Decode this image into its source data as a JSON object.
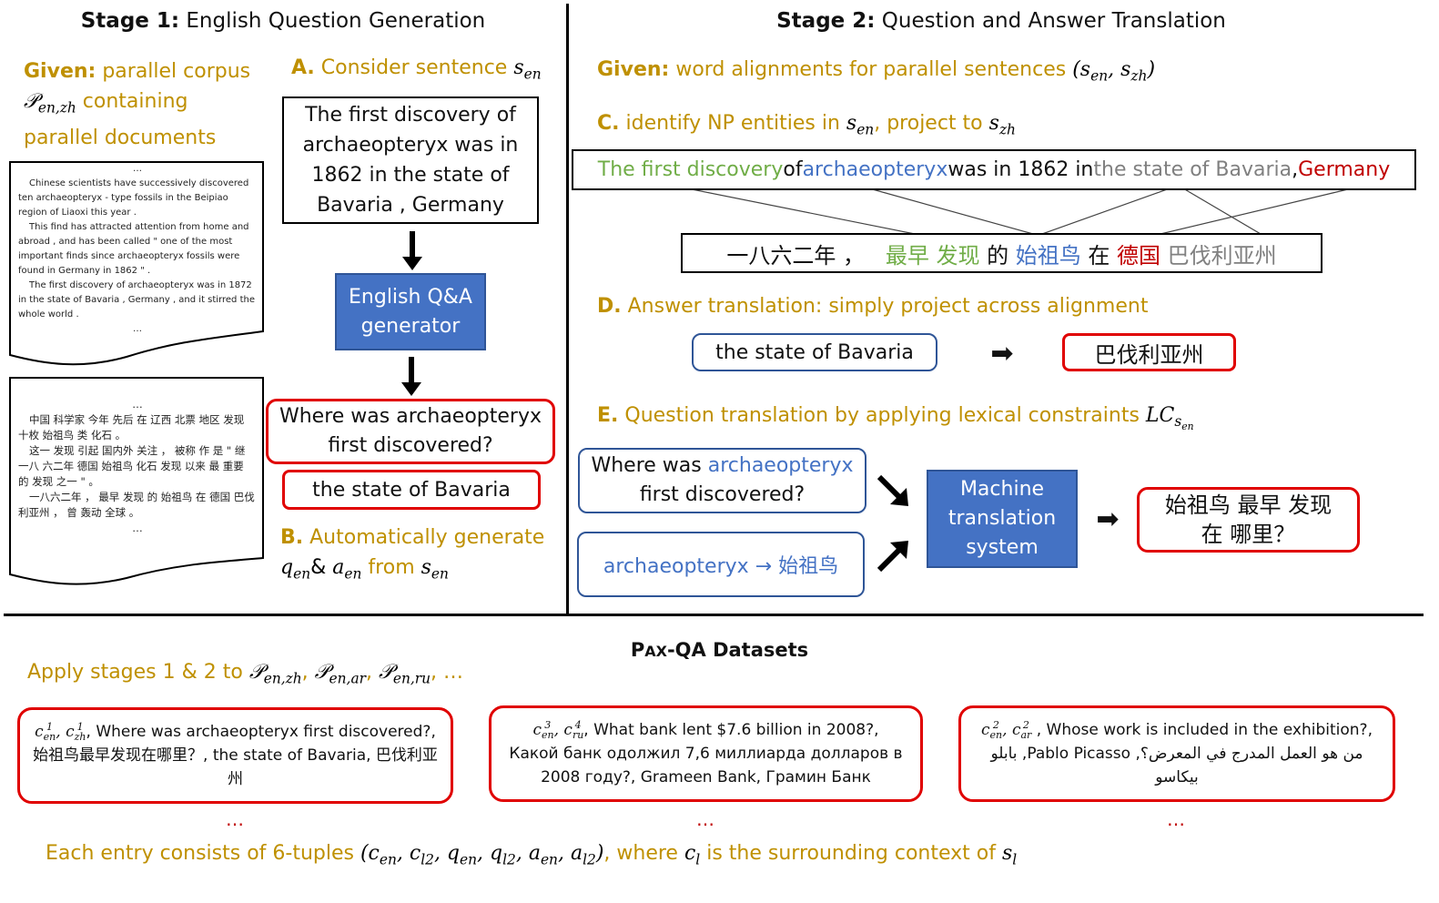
{
  "stage1": {
    "title_bold": "Stage 1:",
    "title_rest": " English Question Generation",
    "given_label": "Given:",
    "given_text_1": " parallel corpus",
    "given_symbol": "𝒫",
    "given_sub": "en,zh",
    "given_text_2": " containing",
    "given_text_3": "parallel documents",
    "doc_en_dots_top": "…",
    "doc_en_p1": "Chinese scientists have successively discovered ten archaeopteryx - type fossils in the Beipiao region of Liaoxi this year .",
    "doc_en_p2": "This find has attracted attention from home and abroad , and has been called \" one of the most important finds since archaeopteryx fossils were found in Germany in 1862 \" .",
    "doc_en_p3": "The first discovery of archaeopteryx was in 1872 in the state of Bavaria , Germany , and it stirred the whole world .",
    "doc_en_dots_bottom": "…",
    "doc_zh_dots_top": "…",
    "doc_zh_p1": "中国 科学家 今年 先后 在 辽西 北票 地区 发现 十枚 始祖鸟 类 化石 。",
    "doc_zh_p2": "这一 发现 引起 国内外 关注 ， 被称 作 是 \" 继 一八 六二年 德国 始祖鸟 化石 发现 以来 最 重要 的 发现 之一 \" 。",
    "doc_zh_p3": "一八六二年 ， 最早 发现 的 始祖鸟 在 德国 巴伐利亚州 ， 曾 轰动 全球 。",
    "doc_zh_dots_bottom": "…",
    "stepA_label": "A.",
    "stepA_text": " Consider sentence ",
    "stepA_sym": "s",
    "stepA_sub": "en",
    "sentence": "The first discovery of archaeopteryx was in 1862 in the state of Bavaria , Germany",
    "generator": "English Q&A generator",
    "question": "Where was archaeopteryx first discovered?",
    "answer": "the state of Bavaria",
    "stepB_label": "B.",
    "stepB_text": " Automatically generate",
    "stepB_q": "q",
    "stepB_q_sub": "en",
    "stepB_amp": "& ",
    "stepB_a": "a",
    "stepB_a_sub": "en",
    "stepB_from": " from ",
    "stepB_s": "s",
    "stepB_s_sub": "en"
  },
  "stage2": {
    "title_bold": "Stage 2:",
    "title_rest": " Question and Answer Translation",
    "given_label": "Given:",
    "given_text": " word alignments for parallel sentences ",
    "given_math": "(s",
    "given_sub1": "en",
    "given_comma": ", s",
    "given_sub2": "zh",
    "given_close": ")",
    "stepC_label": "C.",
    "stepC_text": " identify NP entities in ",
    "stepC_s1": "s",
    "stepC_s1_sub": "en",
    "stepC_mid": ", project to ",
    "stepC_s2": "s",
    "stepC_s2_sub": "zh",
    "en_seg1": "The first discovery",
    "en_seg2": " of ",
    "en_seg3": "archaeopteryx",
    "en_seg4": " was in 1862 in ",
    "en_seg5": "the state of Bavaria",
    "en_seg6": " , ",
    "en_seg7": "Germany",
    "zh_seg1": "一八六二年 ，",
    "zh_seg2": "最早 发现",
    "zh_seg3": " 的 ",
    "zh_seg4": "始祖鸟",
    "zh_seg5": " 在 ",
    "zh_seg6": "德国",
    "zh_seg7": " 巴伐利亚州",
    "stepD_label": "D.",
    "stepD_text": " Answer translation: simply project across alignment",
    "answer_en": "the state of Bavaria",
    "answer_arrow": "➡",
    "answer_zh": "巴伐利亚州",
    "stepE_label": "E.",
    "stepE_text": " Question translation by applying lexical constraints ",
    "stepE_lc": "LC",
    "stepE_lc_sub": "s",
    "stepE_lc_subsub": "en",
    "q_part1": "Where was ",
    "q_part2": "archaeopteryx",
    "q_part3": "first discovered?",
    "constraint": "archaeopteryx → 始祖鸟",
    "mt": "Machine translation system",
    "mt_arrow": "➡",
    "zh_question": "始祖鸟 最早 发现 在 哪里？"
  },
  "datasets": {
    "title_p": "P",
    "title_ax": "AX",
    "title_rest": "-QA Datasets",
    "apply_text": "Apply stages 1 & 2 to ",
    "apply_p": "𝒫",
    "apply_sub1": "en,zh",
    "apply_sub2": "en,ar",
    "apply_sub3": "en,ru",
    "apply_sep": ", ",
    "apply_tail": ", …",
    "tuple1_text": ", Where was archaeopteryx first discovered?, 始祖鸟最早发现在哪里？, the state of Bavaria, 巴伐利亚州",
    "tuple1_c1_sup": "1",
    "tuple1_c1_sub": "en",
    "tuple1_c2_sup": "1",
    "tuple1_c2_sub": "zh",
    "tuple2_text_1": ", What bank lent $7.6 billion in 2008?,",
    "tuple2_text_2": "Какой банк одолжил 7,6 миллиарда долларов в 2008 году?, Grameen Bank, Грамин Банк",
    "tuple2_c1_sup": "3",
    "tuple2_c1_sub": "en",
    "tuple2_c2_sup": "4",
    "tuple2_c2_sub": "ru",
    "tuple3_text_1": " , Whose work is included in the exhibition?,",
    "tuple3_text_2": "من هو العمل المدرج في المعرض؟, Pablo Picasso, بابلو بيكاسو",
    "tuple3_c1_sup": "2",
    "tuple3_c1_sub": "en",
    "tuple3_c2_sup": "2",
    "tuple3_c2_sub": "ar",
    "dots": "…",
    "footer_1": "Each entry consists of 6-tuples ",
    "footer_math": "(c",
    "footer_2": ", where ",
    "footer_3": " is the surrounding context of "
  }
}
